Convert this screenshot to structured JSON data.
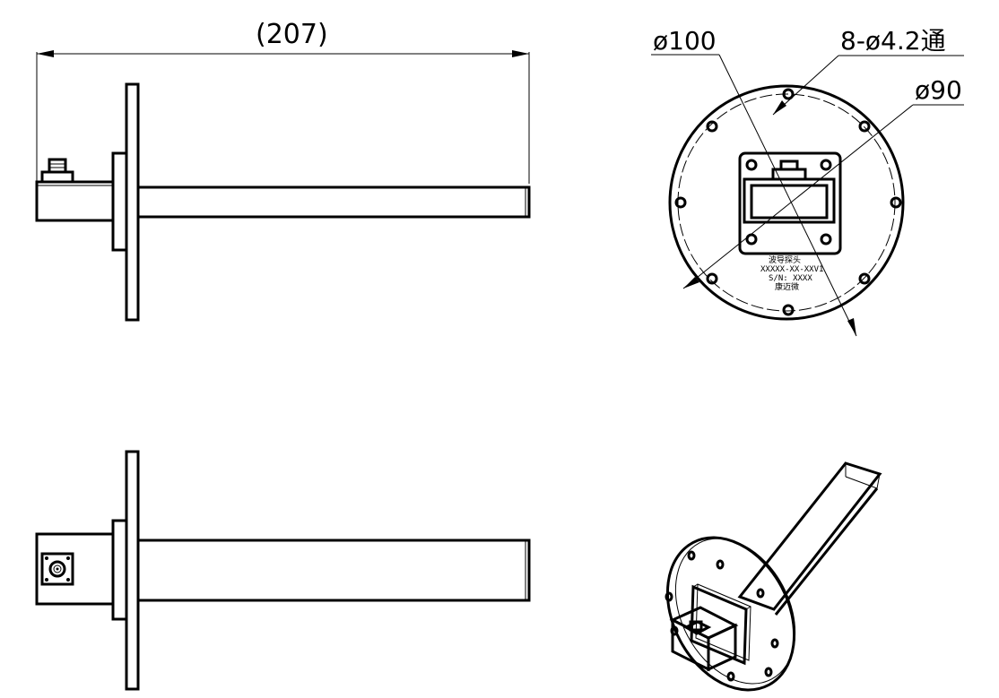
{
  "dimensions": {
    "overall_length": "(207)",
    "flange_diameter": "ø100",
    "hole_spec": "8-ø4.2通",
    "bolt_circle": "ø90"
  },
  "nameplate": {
    "line1": "波导探头",
    "line2": "XXXXX-XX-XXV1",
    "line3": "S/N: XXXX",
    "line4": "康迈微"
  }
}
